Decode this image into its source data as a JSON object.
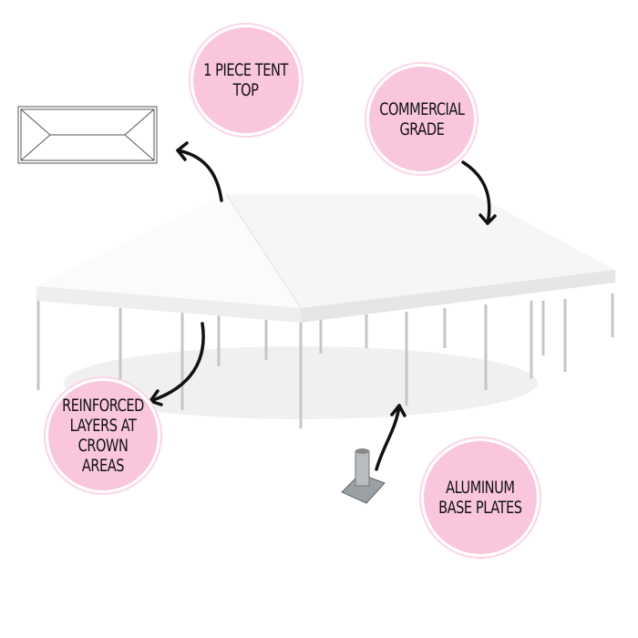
{
  "badges": {
    "top": "1 PIECE TENT\nTOP",
    "grade": "COMMERCIAL\nGRADE",
    "crown": "REINFORCED\nLAYERS AT\nCROWN AREAS",
    "plates": "ALUMINUM\nBASE PLATES"
  },
  "colors": {
    "badge": "#f9c6de",
    "tent": "#f4f4f4",
    "pole": "#bfc2c4"
  }
}
